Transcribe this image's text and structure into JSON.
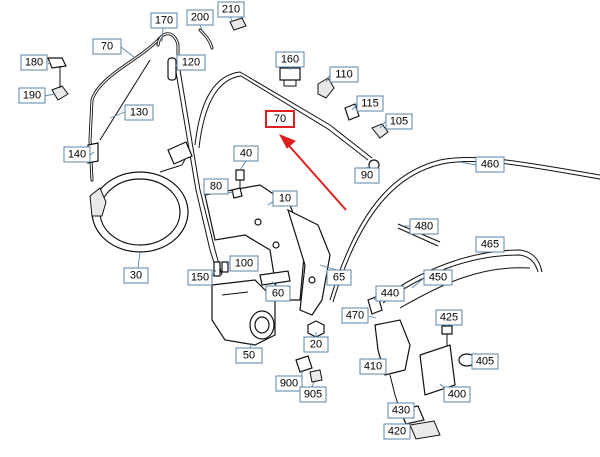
{
  "diagram": {
    "highlighted_callout": "70",
    "callouts": [
      {
        "id": "c170",
        "text": "170"
      },
      {
        "id": "c200",
        "text": "200"
      },
      {
        "id": "c210",
        "text": "210"
      },
      {
        "id": "c70a",
        "text": "70"
      },
      {
        "id": "c180",
        "text": "180"
      },
      {
        "id": "c190",
        "text": "190"
      },
      {
        "id": "c120",
        "text": "120"
      },
      {
        "id": "c130",
        "text": "130"
      },
      {
        "id": "c140",
        "text": "140"
      },
      {
        "id": "c160",
        "text": "160"
      },
      {
        "id": "c110",
        "text": "110"
      },
      {
        "id": "c115",
        "text": "115"
      },
      {
        "id": "c105",
        "text": "105"
      },
      {
        "id": "c70b",
        "text": "70"
      },
      {
        "id": "c40",
        "text": "40"
      },
      {
        "id": "c90",
        "text": "90"
      },
      {
        "id": "c80",
        "text": "80"
      },
      {
        "id": "c10",
        "text": "10"
      },
      {
        "id": "c460",
        "text": "460"
      },
      {
        "id": "c480",
        "text": "480"
      },
      {
        "id": "c465",
        "text": "465"
      },
      {
        "id": "c450",
        "text": "450"
      },
      {
        "id": "c30",
        "text": "30"
      },
      {
        "id": "c150",
        "text": "150"
      },
      {
        "id": "c100",
        "text": "100"
      },
      {
        "id": "c60",
        "text": "60"
      },
      {
        "id": "c65",
        "text": "65"
      },
      {
        "id": "c440",
        "text": "440"
      },
      {
        "id": "c470",
        "text": "470"
      },
      {
        "id": "c425",
        "text": "425"
      },
      {
        "id": "c20",
        "text": "20"
      },
      {
        "id": "c50",
        "text": "50"
      },
      {
        "id": "c405",
        "text": "405"
      },
      {
        "id": "c410",
        "text": "410"
      },
      {
        "id": "c900",
        "text": "900"
      },
      {
        "id": "c905",
        "text": "905"
      },
      {
        "id": "c400",
        "text": "400"
      },
      {
        "id": "c430",
        "text": "430"
      },
      {
        "id": "c420",
        "text": "420"
      }
    ]
  },
  "colors": {
    "callout_border": "#5a86a8",
    "highlight": "#e02020",
    "line": "#111111"
  }
}
